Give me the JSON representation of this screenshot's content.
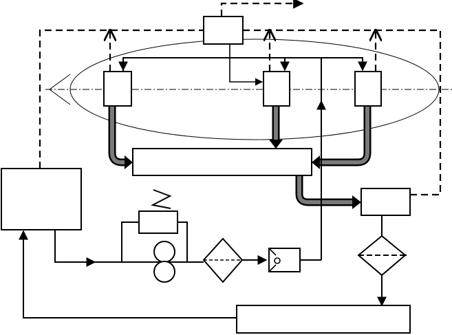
{
  "diagram": {
    "title": "",
    "labels": [],
    "colors": {
      "stroke": "#000000",
      "background": "#ffffff",
      "pipe": "#000000",
      "pipe_fill": "#6f6f6f"
    },
    "shapes": [
      {
        "id": "top-unit",
        "kind": "block"
      },
      {
        "id": "measure-left",
        "kind": "block"
      },
      {
        "id": "measure-middle",
        "kind": "block"
      },
      {
        "id": "measure-right",
        "kind": "block"
      },
      {
        "id": "collector",
        "kind": "block"
      },
      {
        "id": "control-unit",
        "kind": "block"
      },
      {
        "id": "output-unit",
        "kind": "block"
      },
      {
        "id": "bottom-unit",
        "kind": "block"
      },
      {
        "id": "heater",
        "kind": "block"
      },
      {
        "id": "pump",
        "kind": "circle-pair"
      },
      {
        "id": "filter",
        "kind": "diamond"
      },
      {
        "id": "valve",
        "kind": "valve"
      },
      {
        "id": "separator",
        "kind": "diamond"
      },
      {
        "id": "chamber",
        "kind": "ellipse"
      }
    ]
  }
}
